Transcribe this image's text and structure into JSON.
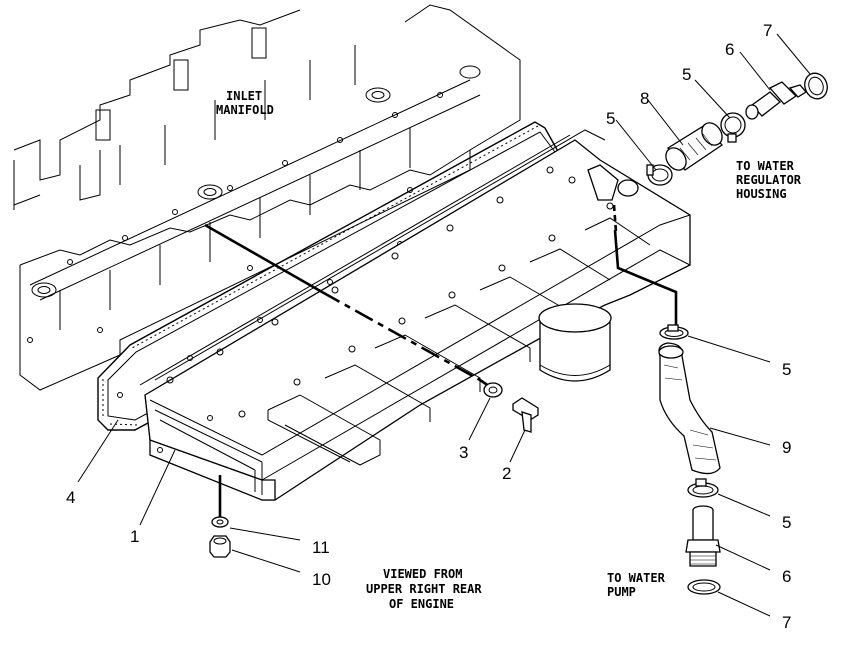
{
  "labels": {
    "inlet_manifold": [
      "INLET",
      "MANIFOLD"
    ],
    "to_water_regulator": [
      "TO WATER",
      "REGULATOR",
      "HOUSING"
    ],
    "viewed_from": [
      "VIEWED FROM",
      "UPPER RIGHT REAR",
      "OF ENGINE"
    ],
    "to_water_pump": [
      "TO WATER",
      "PUMP"
    ]
  },
  "callouts": {
    "c1": "1",
    "c2": "2",
    "c3": "3",
    "c4": "4",
    "c5_top_left": "5",
    "c5_top_right": "5",
    "c5_mid": "5",
    "c5_low": "5",
    "c6_top": "6",
    "c6_low": "6",
    "c7_top": "7",
    "c7_low": "7",
    "c8": "8",
    "c9": "9",
    "c10": "10",
    "c11": "11"
  }
}
